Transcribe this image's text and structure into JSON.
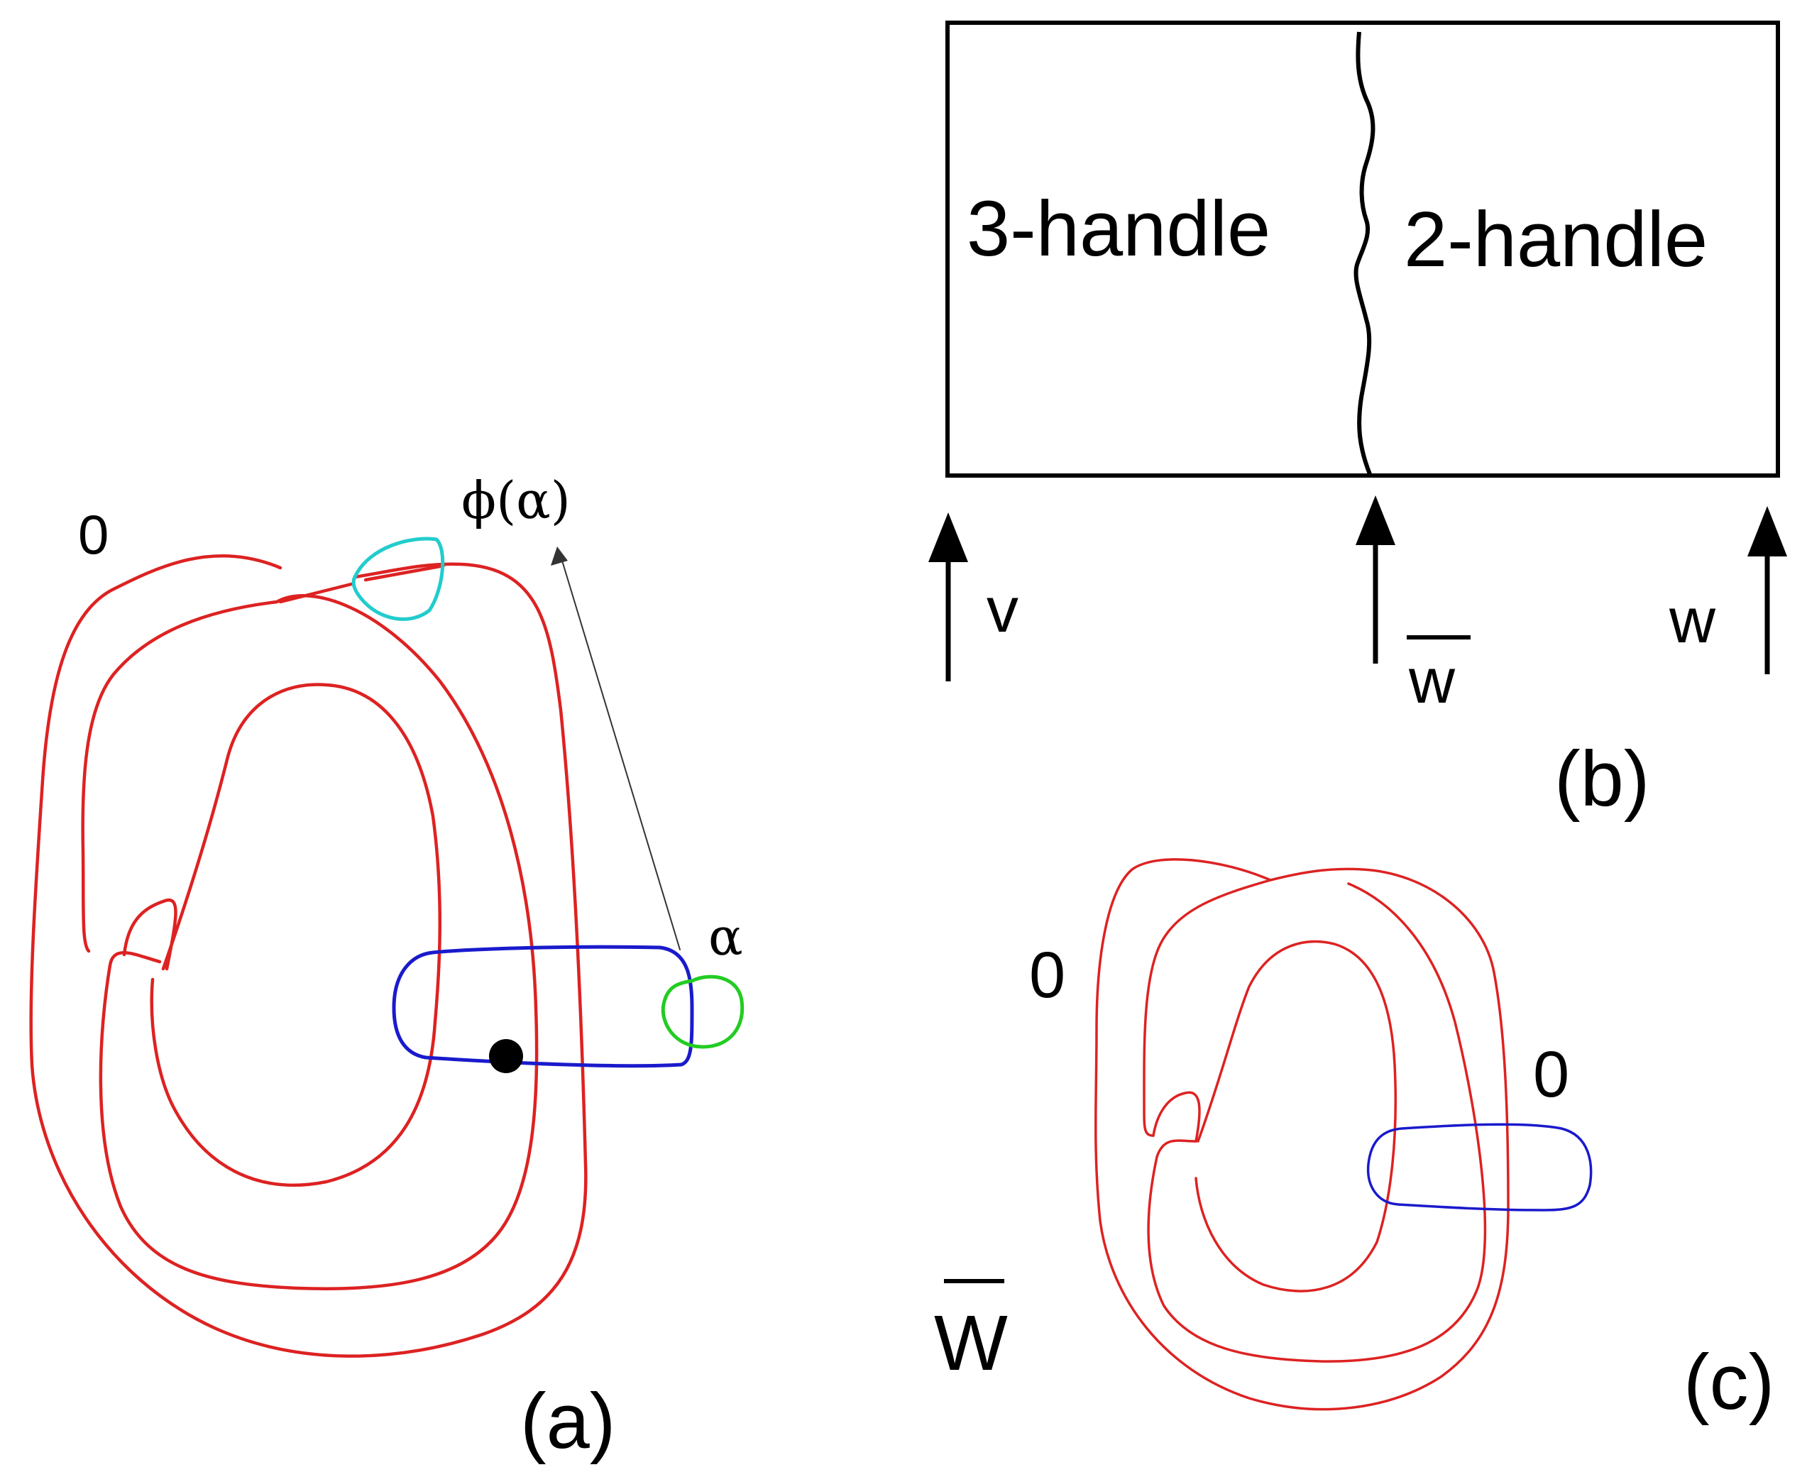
{
  "panel_a": {
    "caption": "(a)",
    "framing_label": "0",
    "alpha_label": "α",
    "phi_label": "ϕ(α)"
  },
  "panel_b": {
    "caption": "(b)",
    "left_region": "3-handle",
    "right_region": "2-handle",
    "arrow_v": "v",
    "arrow_wbar": "w",
    "arrow_w": "w"
  },
  "panel_c": {
    "caption": "(c)",
    "framing_left": "0",
    "framing_right": "0",
    "manifold_label": "W"
  },
  "colors": {
    "red": "#dd2222",
    "blue": "#1a1acc",
    "green": "#22cc22",
    "cyan": "#22cccc",
    "black": "#000000"
  }
}
